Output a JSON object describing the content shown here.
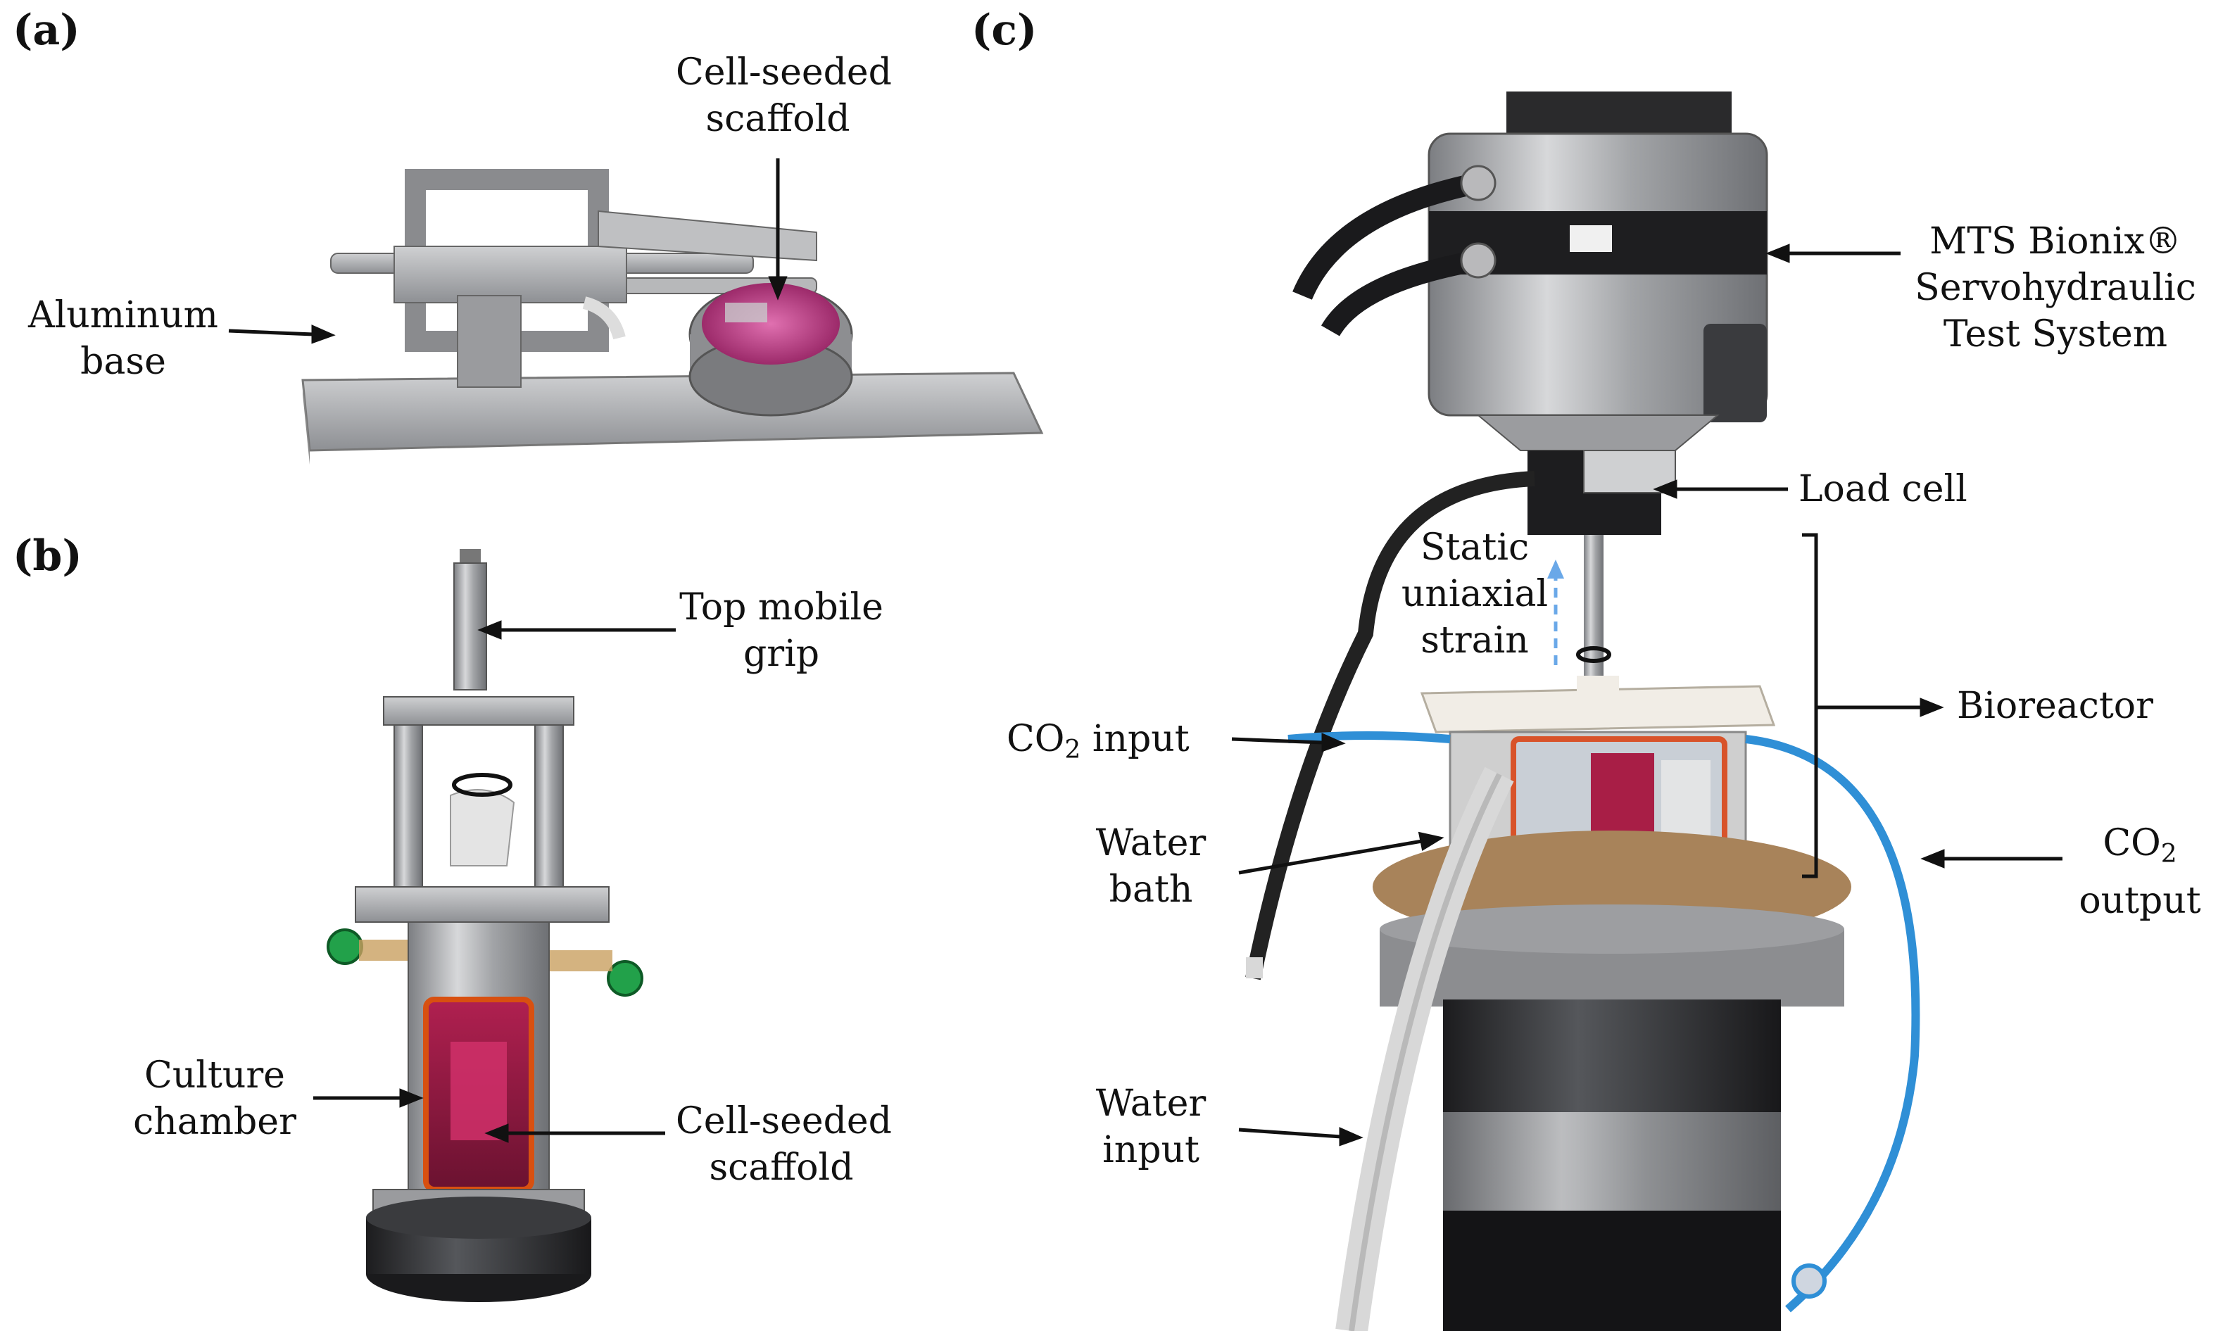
{
  "panels": {
    "a": {
      "tag": "(a)"
    },
    "b": {
      "tag": "(b)"
    },
    "c": {
      "tag": "(c)"
    }
  },
  "labels": {
    "a_cell_seeded_1": "Cell-seeded",
    "a_cell_seeded_2": "scaffold",
    "a_aluminum_1": "Aluminum",
    "a_aluminum_2": "base",
    "b_top_grip_1": "Top mobile",
    "b_top_grip_2": "grip",
    "b_culture_1": "Culture",
    "b_culture_2": "chamber",
    "b_cell_seeded_1": "Cell-seeded",
    "b_cell_seeded_2": "scaffold",
    "c_mts_1": "MTS Bionix®",
    "c_mts_2": "Servohydraulic",
    "c_mts_3": "Test System",
    "c_load_cell": "Load cell",
    "c_static_1": "Static",
    "c_static_2": "uniaxial",
    "c_static_3": "strain",
    "c_bioreactor": "Bioreactor",
    "c_co2_in_prefix": "CO",
    "c_co2_in_sub": "2",
    "c_co2_in_suffix": " input",
    "c_co2_out_prefix": "CO",
    "c_co2_out_sub": "2",
    "c_co2_out_2": "output",
    "c_water_bath_1": "Water",
    "c_water_bath_2": "bath",
    "c_water_input_1": "Water",
    "c_water_input_2": "input"
  },
  "colors": {
    "tube_blue": "#2f8fd6",
    "medium_pink": "#c0306a",
    "metal": "#a8a9ab",
    "arrow_dashed": "#6aa8e8"
  }
}
